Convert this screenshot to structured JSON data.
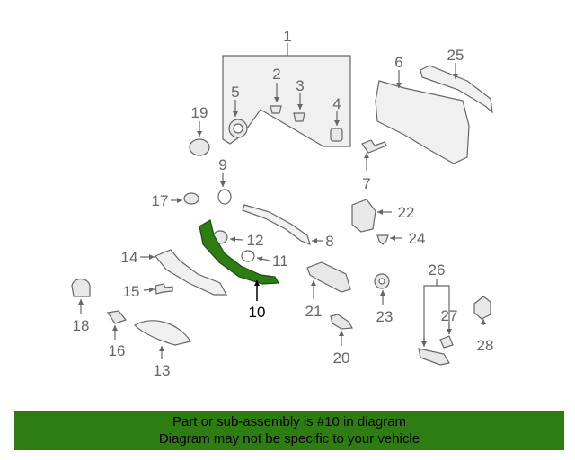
{
  "diagram": {
    "callouts": [
      {
        "id": "c1",
        "label": "1"
      },
      {
        "id": "c2",
        "label": "2"
      },
      {
        "id": "c3",
        "label": "3"
      },
      {
        "id": "c4",
        "label": "4"
      },
      {
        "id": "c5",
        "label": "5"
      },
      {
        "id": "c6",
        "label": "6"
      },
      {
        "id": "c7",
        "label": "7"
      },
      {
        "id": "c8",
        "label": "8"
      },
      {
        "id": "c9",
        "label": "9"
      },
      {
        "id": "c10",
        "label": "10",
        "highlighted": true
      },
      {
        "id": "c11",
        "label": "11"
      },
      {
        "id": "c12",
        "label": "12"
      },
      {
        "id": "c13",
        "label": "13"
      },
      {
        "id": "c14",
        "label": "14"
      },
      {
        "id": "c15",
        "label": "15"
      },
      {
        "id": "c16",
        "label": "16"
      },
      {
        "id": "c17",
        "label": "17"
      },
      {
        "id": "c18",
        "label": "18"
      },
      {
        "id": "c19",
        "label": "19"
      },
      {
        "id": "c20",
        "label": "20"
      },
      {
        "id": "c21",
        "label": "21"
      },
      {
        "id": "c22",
        "label": "22"
      },
      {
        "id": "c23",
        "label": "23"
      },
      {
        "id": "c24",
        "label": "24"
      },
      {
        "id": "c25",
        "label": "25"
      },
      {
        "id": "c26",
        "label": "26"
      },
      {
        "id": "c27",
        "label": "27"
      },
      {
        "id": "c28",
        "label": "28"
      }
    ],
    "colors": {
      "highlight": "#2e7d13",
      "line": "#666666",
      "part_fill": "#e8e8e8"
    }
  },
  "banner": {
    "line1": "Part or sub-assembly is #10 in diagram",
    "line2": "Diagram may not be specific to your vehicle",
    "color": "#2e7d13"
  }
}
